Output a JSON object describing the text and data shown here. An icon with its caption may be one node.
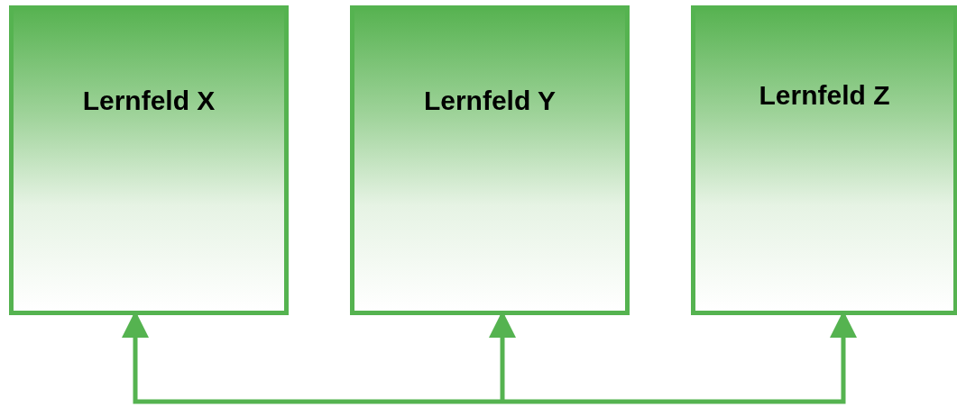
{
  "diagram": {
    "nodes": [
      {
        "text": [
          "Lernfeld X"
        ]
      },
      {
        "text": [
          "Lernfeld Y"
        ]
      },
      {
        "text": [
          "Lernfeld Z"
        ]
      }
    ],
    "edges": [
      {
        "from": null,
        "to": 0,
        "arrow": "to"
      },
      {
        "from": null,
        "to": 1,
        "arrow": "to"
      },
      {
        "from": null,
        "to": 2,
        "arrow": "to"
      }
    ]
  }
}
